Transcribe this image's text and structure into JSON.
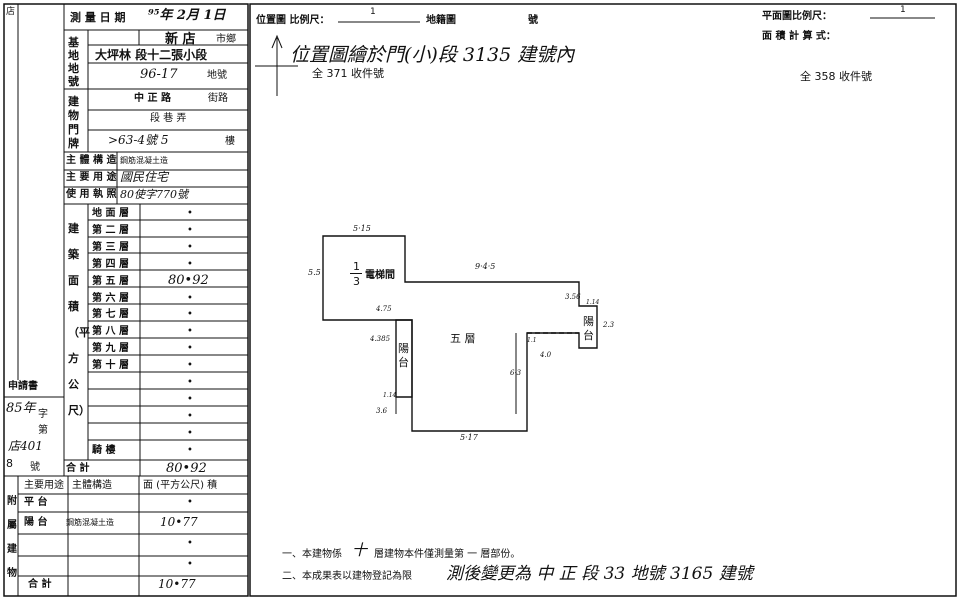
{
  "left_form": {
    "survey_date_label": "測 量 日 期",
    "survey_date_value": "⁹⁵年 2月 1日",
    "base_label": "基地地號",
    "city_value": "新 店",
    "city_suffix": "市鄉",
    "section_value": "大坪林 段十二張小段",
    "land_no_value": "96-17",
    "land_no_suffix": "地號",
    "doorplate_label": "建物門牌",
    "road_value": "中 正 路",
    "road_suffix": "街路",
    "lane_text": "段   巷   弄",
    "house_no_value": ">63-4號 5",
    "floor_suffix": "樓",
    "structure_label": "主 體 構 造",
    "structure_value": "鋼筋混凝土造",
    "main_use_label": "主 要 用 途",
    "main_use_value": "國民住宅",
    "use_license_label": "使 用 執 照",
    "use_license_value": "80使字770號",
    "building_area_label": "建築面積（平方公尺）",
    "floors": [
      {
        "label": "地 面 層",
        "value": "•"
      },
      {
        "label": "第 二 層",
        "value": "•"
      },
      {
        "label": "第 三 層",
        "value": "•"
      },
      {
        "label": "第 四 層",
        "value": "•"
      },
      {
        "label": "第 五 層",
        "value": "80•92"
      },
      {
        "label": "第 六 層",
        "value": "•"
      },
      {
        "label": "第 七 層",
        "value": "•"
      },
      {
        "label": "第 八 層",
        "value": "•"
      },
      {
        "label": "第 九 層",
        "value": "•"
      },
      {
        "label": "第 十 層",
        "value": "•"
      },
      {
        "label": "",
        "value": "•"
      },
      {
        "label": "",
        "value": "•"
      },
      {
        "label": "",
        "value": "•"
      },
      {
        "label": "",
        "value": "•"
      },
      {
        "label": "騎 樓",
        "value": "•"
      }
    ],
    "total_label": "合    計",
    "total_value": "80•92",
    "application_label": "申請書",
    "application_year": "85年",
    "application_zi": "字",
    "application_di": "第",
    "application_no": "店401",
    "application_hao": "號",
    "side_marks": [
      "店",
      "8"
    ]
  },
  "attached": {
    "side_label": "附屬建物",
    "header_use": "主要用途",
    "header_structure": "主體構造",
    "header_area": "面 (平方公尺) 積",
    "rows": [
      {
        "use": "平  台",
        "structure": "",
        "area": "•"
      },
      {
        "use": "陽  台",
        "structure": "鋼筋混凝土造",
        "area": "10•77"
      },
      {
        "use": "",
        "structure": "",
        "area": "•"
      },
      {
        "use": "",
        "structure": "",
        "area": "•"
      }
    ],
    "total_label": "合  計",
    "total_value": "10•77"
  },
  "location_map": {
    "label": "位置圖  比例尺：",
    "scale": "1",
    "cadastral_label": "地籍圖",
    "number_label": "號",
    "handwritten": "位置圖繪於門(小)段  3135  建號內",
    "receipt_left": "全 371 收件號"
  },
  "floor_plan": {
    "scale_label": "平面圖比例尺：",
    "scale": "1",
    "area_calc_label": "面 積 計 算 式：",
    "receipt_right": "全 358 收件號",
    "room_labels": {
      "stair_fraction_top": "1",
      "stair_fraction_bottom": "3",
      "stair_label": "電梯間",
      "floor_label": "五   層",
      "balcony_left": "陽台",
      "balcony_right": "陽台"
    },
    "dims": [
      "5·15",
      "5.5",
      "9·4·5",
      "3.56",
      "1.14",
      "2.3",
      "4.75",
      "4.385",
      "1.1",
      "4.0",
      "6·3",
      "1.14",
      "3.6",
      "5·17"
    ]
  },
  "footer": {
    "line1_prefix": "一、本建物係",
    "line1_floors": "十",
    "line1_rest": "層建物本件僅測量第  一  層部份。",
    "line2_prefix": "二、本成果表以建物登記為限",
    "line2_hand": "測後變更為 中 正 段 33 地號 3165 建號"
  }
}
